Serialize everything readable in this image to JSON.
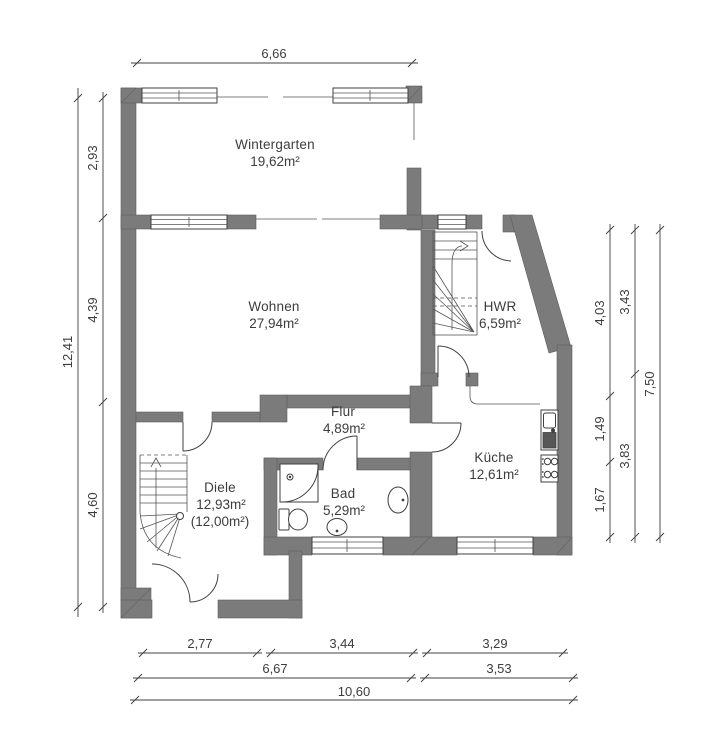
{
  "meta": {
    "type": "floor-plan",
    "language": "de"
  },
  "rooms": [
    {
      "id": "wintergarten",
      "name": "Wintergarten",
      "area": "19,62m²"
    },
    {
      "id": "wohnen",
      "name": "Wohnen",
      "area": "27,94m²"
    },
    {
      "id": "hwr",
      "name": "HWR",
      "area": "6,59m²"
    },
    {
      "id": "flur",
      "name": "Flur",
      "area": "4,89m²"
    },
    {
      "id": "diele",
      "name": "Diele",
      "area": "12,93m²",
      "area_alt": "(12,00m²)"
    },
    {
      "id": "bad",
      "name": "Bad",
      "area": "5,29m²"
    },
    {
      "id": "kueche",
      "name": "Küche",
      "area": "12,61m²"
    }
  ],
  "dimensions": {
    "top_width": "6,66",
    "left_total": "12,41",
    "left_segments": [
      "2,93",
      "4,39",
      "4,60"
    ],
    "right_inner": [
      "4,03",
      "1,49",
      "1,67"
    ],
    "right_mid": [
      "3,43",
      "3,83"
    ],
    "right_total": "7,50",
    "bottom_row1": [
      "2,77",
      "3,44",
      "3,29"
    ],
    "bottom_row2": [
      "6,67",
      "3,53"
    ],
    "bottom_total": "10,60"
  },
  "colors": {
    "wall": "#7b7b7b",
    "line": "#3f3f3f",
    "dimension": "#404040",
    "text": "#3d3d3d"
  }
}
